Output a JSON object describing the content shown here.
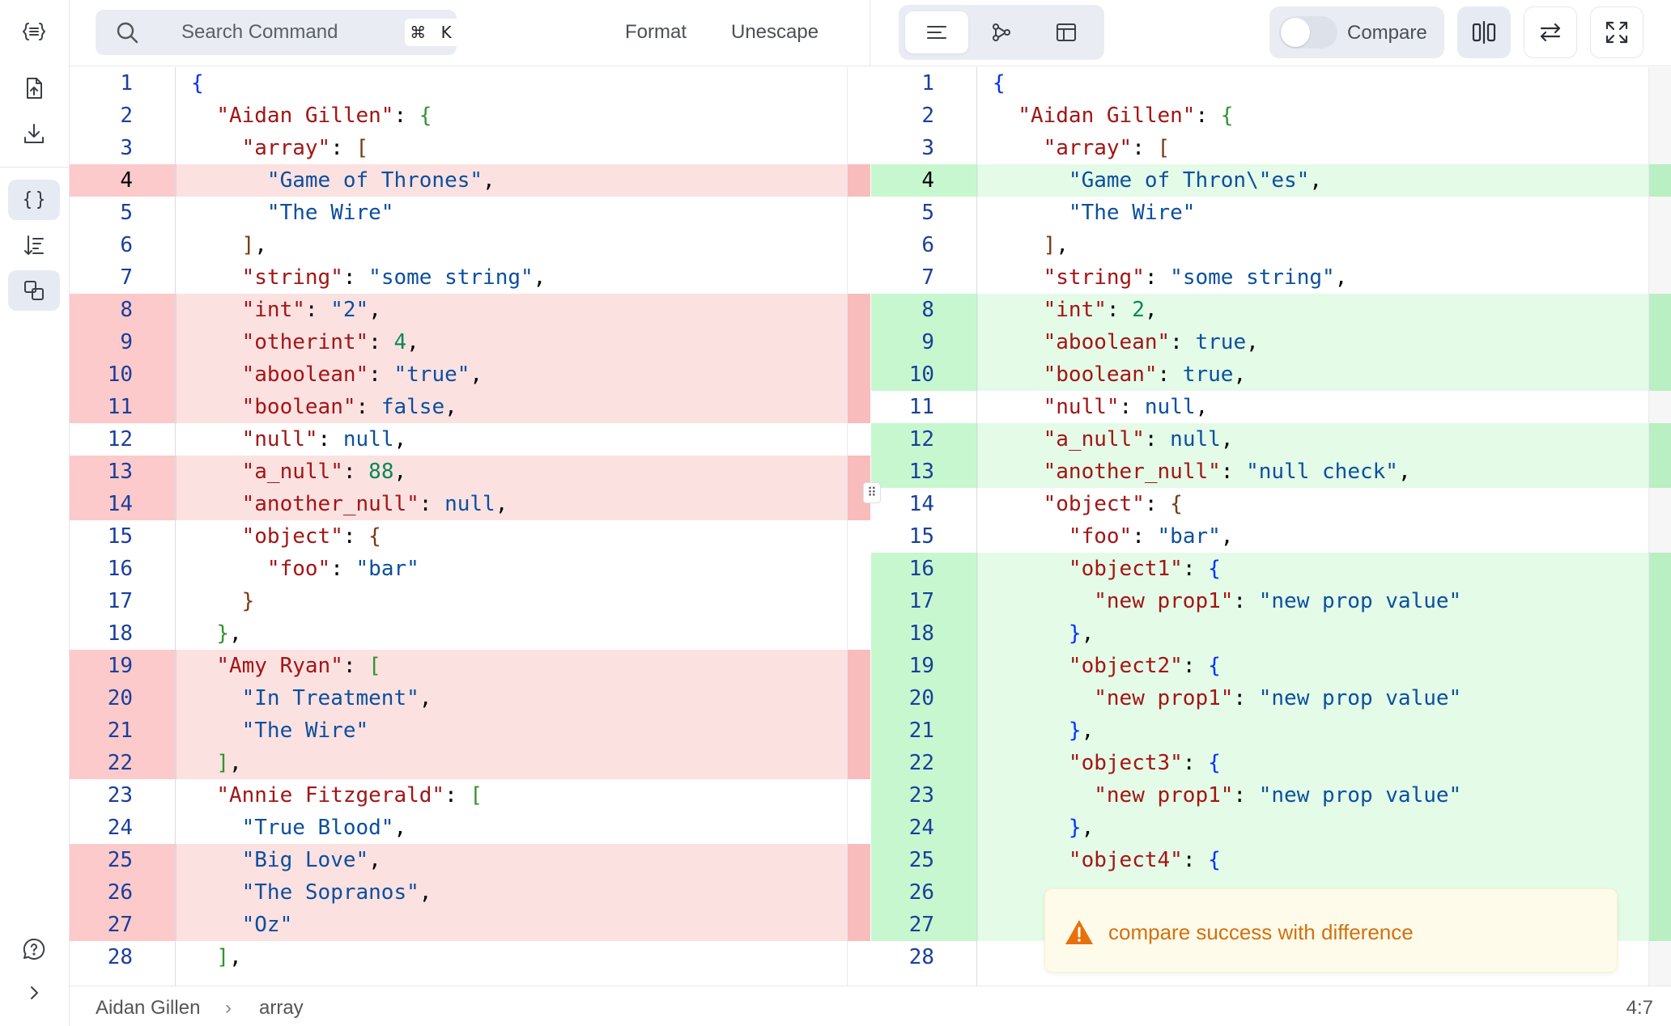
{
  "toolbar": {
    "search_placeholder": "Search Command",
    "search_shortcut": "⌘ K",
    "format_label": "Format",
    "unescape_label": "Unescape",
    "compare_label": "Compare",
    "compare_enabled": false
  },
  "colors": {
    "removed_bg": "#fce1e1",
    "removed_gutter": "#fccaca",
    "added_bg": "#e3fbe7",
    "added_gutter": "#c7f7cf"
  },
  "left_editor": {
    "lines": [
      {
        "n": "1",
        "diff": "",
        "segs": [
          [
            "br1",
            "{"
          ]
        ]
      },
      {
        "n": "2",
        "diff": "",
        "segs": [
          [
            "p",
            "  "
          ],
          [
            "k",
            "\"Aidan Gillen\""
          ],
          [
            "p",
            ": "
          ],
          [
            "br2",
            "{"
          ]
        ]
      },
      {
        "n": "3",
        "diff": "",
        "segs": [
          [
            "p",
            "    "
          ],
          [
            "k",
            "\"array\""
          ],
          [
            "p",
            ": "
          ],
          [
            "br3",
            "["
          ]
        ]
      },
      {
        "n": "4",
        "diff": "del",
        "segs": [
          [
            "p",
            "      "
          ],
          [
            "s",
            "\"Game of Thrones\""
          ],
          [
            "p",
            ","
          ]
        ]
      },
      {
        "n": "5",
        "diff": "",
        "segs": [
          [
            "p",
            "      "
          ],
          [
            "s",
            "\"The Wire\""
          ]
        ]
      },
      {
        "n": "6",
        "diff": "",
        "segs": [
          [
            "p",
            "    "
          ],
          [
            "br3",
            "]"
          ],
          [
            "p",
            ","
          ]
        ]
      },
      {
        "n": "7",
        "diff": "",
        "segs": [
          [
            "p",
            "    "
          ],
          [
            "k",
            "\"string\""
          ],
          [
            "p",
            ": "
          ],
          [
            "s",
            "\"some string\""
          ],
          [
            "p",
            ","
          ]
        ]
      },
      {
        "n": "8",
        "diff": "del",
        "segs": [
          [
            "p",
            "    "
          ],
          [
            "k",
            "\"int\""
          ],
          [
            "p",
            ": "
          ],
          [
            "s",
            "\"2\""
          ],
          [
            "p",
            ","
          ]
        ]
      },
      {
        "n": "9",
        "diff": "del",
        "segs": [
          [
            "p",
            "    "
          ],
          [
            "k",
            "\"otherint\""
          ],
          [
            "p",
            ": "
          ],
          [
            "n",
            "4"
          ],
          [
            "p",
            ","
          ]
        ]
      },
      {
        "n": "10",
        "diff": "del",
        "segs": [
          [
            "p",
            "    "
          ],
          [
            "k",
            "\"aboolean\""
          ],
          [
            "p",
            ": "
          ],
          [
            "s",
            "\"true\""
          ],
          [
            "p",
            ","
          ]
        ]
      },
      {
        "n": "11",
        "diff": "del",
        "segs": [
          [
            "p",
            "    "
          ],
          [
            "k",
            "\"boolean\""
          ],
          [
            "p",
            ": "
          ],
          [
            "b",
            "false"
          ],
          [
            "p",
            ","
          ]
        ]
      },
      {
        "n": "12",
        "diff": "",
        "segs": [
          [
            "p",
            "    "
          ],
          [
            "k",
            "\"null\""
          ],
          [
            "p",
            ": "
          ],
          [
            "b",
            "null"
          ],
          [
            "p",
            ","
          ]
        ]
      },
      {
        "n": "13",
        "diff": "del",
        "segs": [
          [
            "p",
            "    "
          ],
          [
            "k",
            "\"a_null\""
          ],
          [
            "p",
            ": "
          ],
          [
            "n",
            "88"
          ],
          [
            "p",
            ","
          ]
        ]
      },
      {
        "n": "14",
        "diff": "del",
        "segs": [
          [
            "p",
            "    "
          ],
          [
            "k",
            "\"another_null\""
          ],
          [
            "p",
            ": "
          ],
          [
            "b",
            "null"
          ],
          [
            "p",
            ","
          ]
        ]
      },
      {
        "n": "15",
        "diff": "",
        "segs": [
          [
            "p",
            "    "
          ],
          [
            "k",
            "\"object\""
          ],
          [
            "p",
            ": "
          ],
          [
            "br3",
            "{"
          ]
        ]
      },
      {
        "n": "16",
        "diff": "",
        "segs": [
          [
            "p",
            "      "
          ],
          [
            "k",
            "\"foo\""
          ],
          [
            "p",
            ": "
          ],
          [
            "s",
            "\"bar\""
          ]
        ]
      },
      {
        "n": "17",
        "diff": "",
        "segs": [
          [
            "p",
            "    "
          ],
          [
            "br3",
            "}"
          ]
        ]
      },
      {
        "n": "18",
        "diff": "",
        "segs": [
          [
            "p",
            "  "
          ],
          [
            "br2",
            "}"
          ],
          [
            "p",
            ","
          ]
        ]
      },
      {
        "n": "19",
        "diff": "del",
        "segs": [
          [
            "p",
            "  "
          ],
          [
            "k",
            "\"Amy Ryan\""
          ],
          [
            "p",
            ": "
          ],
          [
            "br2",
            "["
          ]
        ]
      },
      {
        "n": "20",
        "diff": "del",
        "segs": [
          [
            "p",
            "    "
          ],
          [
            "s",
            "\"In Treatment\""
          ],
          [
            "p",
            ","
          ]
        ]
      },
      {
        "n": "21",
        "diff": "del",
        "segs": [
          [
            "p",
            "    "
          ],
          [
            "s",
            "\"The Wire\""
          ]
        ]
      },
      {
        "n": "22",
        "diff": "del",
        "segs": [
          [
            "p",
            "  "
          ],
          [
            "br2",
            "]"
          ],
          [
            "p",
            ","
          ]
        ]
      },
      {
        "n": "23",
        "diff": "",
        "segs": [
          [
            "p",
            "  "
          ],
          [
            "k",
            "\"Annie Fitzgerald\""
          ],
          [
            "p",
            ": "
          ],
          [
            "br2",
            "["
          ]
        ]
      },
      {
        "n": "24",
        "diff": "",
        "segs": [
          [
            "p",
            "    "
          ],
          [
            "s",
            "\"True Blood\""
          ],
          [
            "p",
            ","
          ]
        ]
      },
      {
        "n": "25",
        "diff": "del",
        "segs": [
          [
            "p",
            "    "
          ],
          [
            "s",
            "\"Big Love\""
          ],
          [
            "p",
            ","
          ]
        ]
      },
      {
        "n": "26",
        "diff": "del",
        "segs": [
          [
            "p",
            "    "
          ],
          [
            "s",
            "\"The Sopranos\""
          ],
          [
            "p",
            ","
          ]
        ]
      },
      {
        "n": "27",
        "diff": "del",
        "segs": [
          [
            "p",
            "    "
          ],
          [
            "s",
            "\"Oz\""
          ]
        ]
      },
      {
        "n": "28",
        "diff": "",
        "segs": [
          [
            "p",
            "  "
          ],
          [
            "br2",
            "]"
          ],
          [
            "p",
            ","
          ]
        ]
      }
    ]
  },
  "right_editor": {
    "lines": [
      {
        "n": "1",
        "diff": "",
        "segs": [
          [
            "br1",
            "{"
          ]
        ]
      },
      {
        "n": "2",
        "diff": "",
        "segs": [
          [
            "p",
            "  "
          ],
          [
            "k",
            "\"Aidan Gillen\""
          ],
          [
            "p",
            ": "
          ],
          [
            "br2",
            "{"
          ]
        ]
      },
      {
        "n": "3",
        "diff": "",
        "segs": [
          [
            "p",
            "    "
          ],
          [
            "k",
            "\"array\""
          ],
          [
            "p",
            ": "
          ],
          [
            "br3",
            "["
          ]
        ]
      },
      {
        "n": "4",
        "diff": "add",
        "segs": [
          [
            "p",
            "      "
          ],
          [
            "s",
            "\"Game of Thron\\\"es\""
          ],
          [
            "p",
            ","
          ]
        ]
      },
      {
        "n": "5",
        "diff": "",
        "segs": [
          [
            "p",
            "      "
          ],
          [
            "s",
            "\"The Wire\""
          ]
        ]
      },
      {
        "n": "6",
        "diff": "",
        "segs": [
          [
            "p",
            "    "
          ],
          [
            "br3",
            "]"
          ],
          [
            "p",
            ","
          ]
        ]
      },
      {
        "n": "7",
        "diff": "",
        "segs": [
          [
            "p",
            "    "
          ],
          [
            "k",
            "\"string\""
          ],
          [
            "p",
            ": "
          ],
          [
            "s",
            "\"some string\""
          ],
          [
            "p",
            ","
          ]
        ]
      },
      {
        "n": "8",
        "diff": "add",
        "segs": [
          [
            "p",
            "    "
          ],
          [
            "k",
            "\"int\""
          ],
          [
            "p",
            ": "
          ],
          [
            "n",
            "2"
          ],
          [
            "p",
            ","
          ]
        ]
      },
      {
        "n": "9",
        "diff": "add",
        "segs": [
          [
            "p",
            "    "
          ],
          [
            "k",
            "\"aboolean\""
          ],
          [
            "p",
            ": "
          ],
          [
            "b",
            "true"
          ],
          [
            "p",
            ","
          ]
        ]
      },
      {
        "n": "10",
        "diff": "add",
        "segs": [
          [
            "p",
            "    "
          ],
          [
            "k",
            "\"boolean\""
          ],
          [
            "p",
            ": "
          ],
          [
            "b",
            "true"
          ],
          [
            "p",
            ","
          ]
        ]
      },
      {
        "n": "11",
        "diff": "",
        "segs": [
          [
            "p",
            "    "
          ],
          [
            "k",
            "\"null\""
          ],
          [
            "p",
            ": "
          ],
          [
            "b",
            "null"
          ],
          [
            "p",
            ","
          ]
        ]
      },
      {
        "n": "12",
        "diff": "add",
        "segs": [
          [
            "p",
            "    "
          ],
          [
            "k",
            "\"a_null\""
          ],
          [
            "p",
            ": "
          ],
          [
            "b",
            "null"
          ],
          [
            "p",
            ","
          ]
        ]
      },
      {
        "n": "13",
        "diff": "add",
        "segs": [
          [
            "p",
            "    "
          ],
          [
            "k",
            "\"another_null\""
          ],
          [
            "p",
            ": "
          ],
          [
            "s",
            "\"null check\""
          ],
          [
            "p",
            ","
          ]
        ]
      },
      {
        "n": "14",
        "diff": "",
        "segs": [
          [
            "p",
            "    "
          ],
          [
            "k",
            "\"object\""
          ],
          [
            "p",
            ": "
          ],
          [
            "br3",
            "{"
          ]
        ]
      },
      {
        "n": "15",
        "diff": "",
        "segs": [
          [
            "p",
            "      "
          ],
          [
            "k",
            "\"foo\""
          ],
          [
            "p",
            ": "
          ],
          [
            "s",
            "\"bar\""
          ],
          [
            "p",
            ","
          ]
        ]
      },
      {
        "n": "16",
        "diff": "add",
        "segs": [
          [
            "p",
            "      "
          ],
          [
            "k",
            "\"object1\""
          ],
          [
            "p",
            ": "
          ],
          [
            "br1",
            "{"
          ]
        ]
      },
      {
        "n": "17",
        "diff": "add",
        "segs": [
          [
            "p",
            "        "
          ],
          [
            "k",
            "\"new prop1\""
          ],
          [
            "p",
            ": "
          ],
          [
            "s",
            "\"new prop value\""
          ]
        ]
      },
      {
        "n": "18",
        "diff": "add",
        "segs": [
          [
            "p",
            "      "
          ],
          [
            "br1",
            "}"
          ],
          [
            "p",
            ","
          ]
        ]
      },
      {
        "n": "19",
        "diff": "add",
        "segs": [
          [
            "p",
            "      "
          ],
          [
            "k",
            "\"object2\""
          ],
          [
            "p",
            ": "
          ],
          [
            "br1",
            "{"
          ]
        ]
      },
      {
        "n": "20",
        "diff": "add",
        "segs": [
          [
            "p",
            "        "
          ],
          [
            "k",
            "\"new prop1\""
          ],
          [
            "p",
            ": "
          ],
          [
            "s",
            "\"new prop value\""
          ]
        ]
      },
      {
        "n": "21",
        "diff": "add",
        "segs": [
          [
            "p",
            "      "
          ],
          [
            "br1",
            "}"
          ],
          [
            "p",
            ","
          ]
        ]
      },
      {
        "n": "22",
        "diff": "add",
        "segs": [
          [
            "p",
            "      "
          ],
          [
            "k",
            "\"object3\""
          ],
          [
            "p",
            ": "
          ],
          [
            "br1",
            "{"
          ]
        ]
      },
      {
        "n": "23",
        "diff": "add",
        "segs": [
          [
            "p",
            "        "
          ],
          [
            "k",
            "\"new prop1\""
          ],
          [
            "p",
            ": "
          ],
          [
            "s",
            "\"new prop value\""
          ]
        ]
      },
      {
        "n": "24",
        "diff": "add",
        "segs": [
          [
            "p",
            "      "
          ],
          [
            "br1",
            "}"
          ],
          [
            "p",
            ","
          ]
        ]
      },
      {
        "n": "25",
        "diff": "add",
        "segs": [
          [
            "p",
            "      "
          ],
          [
            "k",
            "\"object4\""
          ],
          [
            "p",
            ": "
          ],
          [
            "br1",
            "{"
          ]
        ]
      },
      {
        "n": "26",
        "diff": "add",
        "segs": []
      },
      {
        "n": "27",
        "diff": "add",
        "segs": []
      },
      {
        "n": "28",
        "diff": "",
        "segs": [
          [
            "p",
            "    "
          ],
          [
            "br3",
            "}"
          ]
        ]
      }
    ]
  },
  "toast": {
    "message": "compare success with difference"
  },
  "statusbar": {
    "crumbs": [
      "Aidan Gillen",
      "array"
    ],
    "cursor": "4:7"
  },
  "icons": {
    "logo": "json-logo-icon",
    "import": "file-upload-icon",
    "download": "download-icon",
    "text_mode": "braces-icon",
    "sort": "sort-icon",
    "compare_mode": "compare-icon",
    "help": "help-icon",
    "expand": "chevron-right-icon"
  }
}
